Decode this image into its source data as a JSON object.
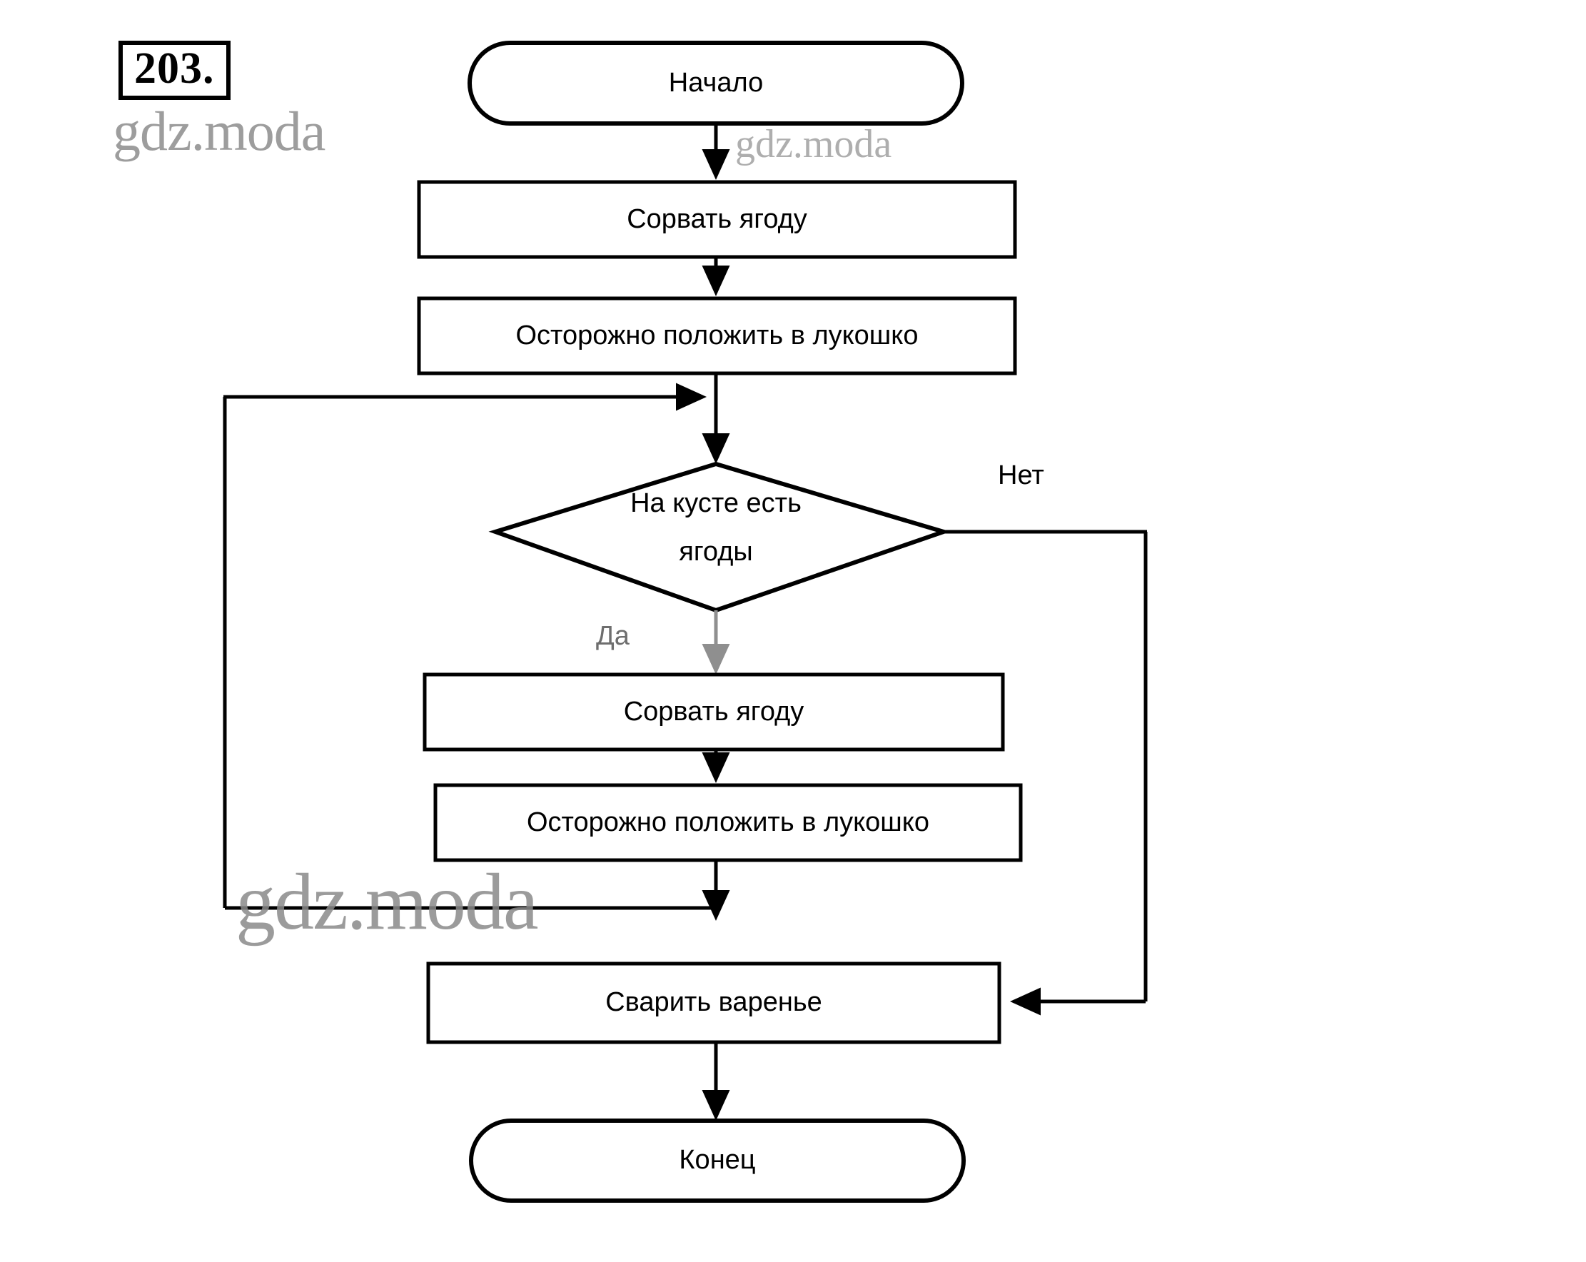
{
  "exercise": {
    "number": "203."
  },
  "watermarks": [
    {
      "text": "gdz.moda"
    },
    {
      "text": "gdz.moda"
    },
    {
      "text": "gdz.moda"
    }
  ],
  "colors": {
    "stroke": "#000000",
    "background": "#ffffff",
    "watermark": "#8d8d8d",
    "faded_stroke": "#8f8f8f"
  },
  "chart_data": {
    "type": "diagram",
    "subtype": "flowchart",
    "title": "203.",
    "language": "ru",
    "nodes": [
      {
        "id": "start",
        "shape": "terminator",
        "label": "Начало"
      },
      {
        "id": "pick1",
        "shape": "process",
        "label": "Сорвать ягоду"
      },
      {
        "id": "put1",
        "shape": "process",
        "label": "Осторожно положить в лукошко"
      },
      {
        "id": "decision",
        "shape": "decision",
        "label": "На кусте есть ягоды",
        "label_lines": [
          "На кусте есть",
          "ягоды"
        ]
      },
      {
        "id": "pick2",
        "shape": "process",
        "label": "Сорвать ягоду"
      },
      {
        "id": "put2",
        "shape": "process",
        "label": "Осторожно положить в лукошко"
      },
      {
        "id": "cook",
        "shape": "process",
        "label": "Сварить варенье"
      },
      {
        "id": "end",
        "shape": "terminator",
        "label": "Конец"
      }
    ],
    "edges": [
      {
        "from": "start",
        "to": "pick1",
        "label": ""
      },
      {
        "from": "pick1",
        "to": "put1",
        "label": ""
      },
      {
        "from": "put1",
        "to": "decision",
        "label": ""
      },
      {
        "from": "decision",
        "to": "pick2",
        "label": "Да"
      },
      {
        "from": "decision",
        "to": "cook",
        "label": "Нет"
      },
      {
        "from": "pick2",
        "to": "put2",
        "label": ""
      },
      {
        "from": "put2",
        "to": "decision",
        "label": "",
        "loop": true
      },
      {
        "from": "cook",
        "to": "end",
        "label": ""
      }
    ],
    "branch_labels": {
      "yes": "Да",
      "no": "Нет"
    }
  },
  "nodes": {
    "start": "Начало",
    "pick_berry_1": "Сорвать ягоду",
    "put_basket_1": "Осторожно положить в лукошко",
    "decision_line1": "На кусте есть",
    "decision_line2": "ягоды",
    "pick_berry_2": "Сорвать ягоду",
    "put_basket_2": "Осторожно положить в лукошко",
    "cook_jam": "Сварить варенье",
    "end": "Конец"
  },
  "labels": {
    "yes": "Да",
    "no": "Нет"
  }
}
